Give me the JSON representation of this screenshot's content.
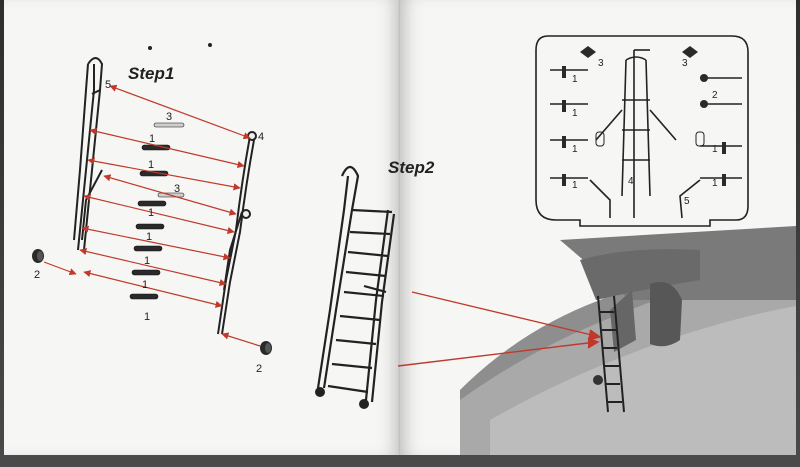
{
  "steps": [
    {
      "title": "Step1"
    },
    {
      "title": "Step2"
    }
  ],
  "step1_labels": {
    "ladder_part": "5",
    "rail_part": "4",
    "top_rung": "3",
    "mid_rung": "3",
    "rungs": [
      "1",
      "1",
      "1",
      "1",
      "1",
      "1",
      "1"
    ],
    "wheel_left": "2",
    "wheel_right": "2"
  },
  "sprue_labels": {
    "top_left": "3",
    "top_right": "3",
    "right_mid": "2",
    "left_rungs": [
      "1",
      "1",
      "1",
      "1"
    ],
    "right_rungs": [
      "1",
      "1"
    ],
    "center_a": "4",
    "center_b": "5"
  },
  "colors": {
    "arrow": "#c0392b",
    "ink": "#222222",
    "paper": "#f6f6f4",
    "aircraft": "#9a9a9a"
  }
}
